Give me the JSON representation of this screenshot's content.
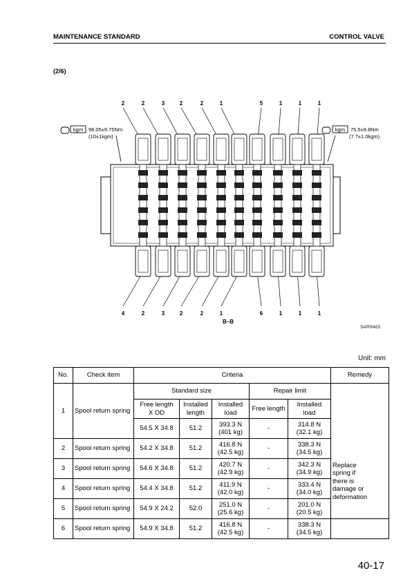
{
  "header": {
    "left": "MAINTENANCE STANDARD",
    "right": "CONTROL VALVE"
  },
  "section_label": "(2/6)",
  "diagram": {
    "top_callouts": [
      "2",
      "2",
      "3",
      "2",
      "2",
      "1",
      "5",
      "1",
      "1",
      "1"
    ],
    "bottom_callouts": [
      "4",
      "2",
      "3",
      "2",
      "2",
      "1",
      "6",
      "1",
      "1",
      "1"
    ],
    "torque_left": {
      "unit": "kgm",
      "value": "98.05±9.75Nm",
      "sub": "(10±1kgm)"
    },
    "torque_right": {
      "unit": "kgm",
      "value": "75.5±9.8Nm",
      "sub": "(7.7±1.0kgm)"
    },
    "section_view": "B–B",
    "figure_code": "SAP00423"
  },
  "unit_label": "Unit: mm",
  "table": {
    "col_no": "No.",
    "col_check": "Check item",
    "col_criteria": "Criteria",
    "col_remedy": "Remedy",
    "standard_size": "Standard size",
    "repair_limit": "Repair limit",
    "free_length_od": [
      "Free length",
      "X OD"
    ],
    "installed_length": [
      "Installed",
      "length"
    ],
    "installed_load": [
      "Installed",
      "load"
    ],
    "free_length": "Free length",
    "repair_installed_load": [
      "Installed",
      "load"
    ],
    "remedy_lines": [
      "Replace",
      "spring if",
      "there is",
      "damage or",
      "deformation"
    ],
    "rows": [
      {
        "no": "1",
        "item": "Spool return spring",
        "size": "54.5 X 34.8",
        "inst_len": "51.2",
        "load_n": "393.3 N",
        "load_kg": "(401 kg)",
        "free_len": "-",
        "rep_n": "314.8 N",
        "rep_kg": "(32.1 kg)"
      },
      {
        "no": "2",
        "item": "Spool return spring",
        "size": "54.2 X 34.8",
        "inst_len": "51.2",
        "load_n": "416.8 N",
        "load_kg": "(42.5 kg)",
        "free_len": "-",
        "rep_n": "338.3 N",
        "rep_kg": "(34.5 kg)"
      },
      {
        "no": "3",
        "item": "Spool return spring",
        "size": "54.6 X 34.8",
        "inst_len": "51.2",
        "load_n": "420.7 N",
        "load_kg": "(42.9 kg)",
        "free_len": "-",
        "rep_n": "342.3 N",
        "rep_kg": "(34.9 kg)"
      },
      {
        "no": "4",
        "item": "Spool return spring",
        "size": "54.4 X 34.8",
        "inst_len": "51.2",
        "load_n": "411.9 N",
        "load_kg": "(42.0 kg)",
        "free_len": "-",
        "rep_n": "333.4 N",
        "rep_kg": "(34.0 kg)"
      },
      {
        "no": "5",
        "item": "Spool return spring",
        "size": "54.9 X 24.2",
        "inst_len": "52.0",
        "load_n": "251.0 N",
        "load_kg": "(25.6 kg)",
        "free_len": "-",
        "rep_n": "201.0 N",
        "rep_kg": "(20.5 kg)"
      },
      {
        "no": "6",
        "item": "Spool return spring",
        "size": "54.9 X 34.8",
        "inst_len": "51.2",
        "load_n": "416.8 N",
        "load_kg": "(42.5 kg)",
        "free_len": "-",
        "rep_n": "338.3 N",
        "rep_kg": "(34.5 kg)"
      }
    ]
  },
  "page_number": "40-17"
}
